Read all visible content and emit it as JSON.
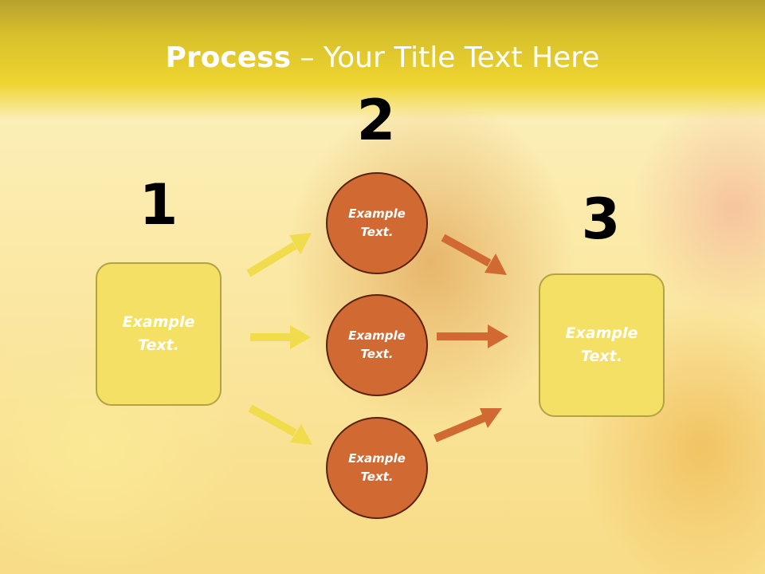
{
  "title": {
    "bold": "Process",
    "separator": "–",
    "rest": "Your Title Text Here"
  },
  "steps": [
    {
      "number": "1",
      "box_text_line1": "Example",
      "box_text_line2": "Text."
    },
    {
      "number": "2",
      "circles": [
        {
          "line1": "Example",
          "line2": "Text."
        },
        {
          "line1": "Example",
          "line2": "Text."
        },
        {
          "line1": "Example",
          "line2": "Text."
        }
      ]
    },
    {
      "number": "3",
      "box_text_line1": "Example",
      "box_text_line2": "Text."
    }
  ],
  "colors": {
    "yellow_arrow": "#f0dc4c",
    "orange_arrow": "#d06a32",
    "box_fill": "#f4e064",
    "circle_fill": "#d06a32"
  }
}
